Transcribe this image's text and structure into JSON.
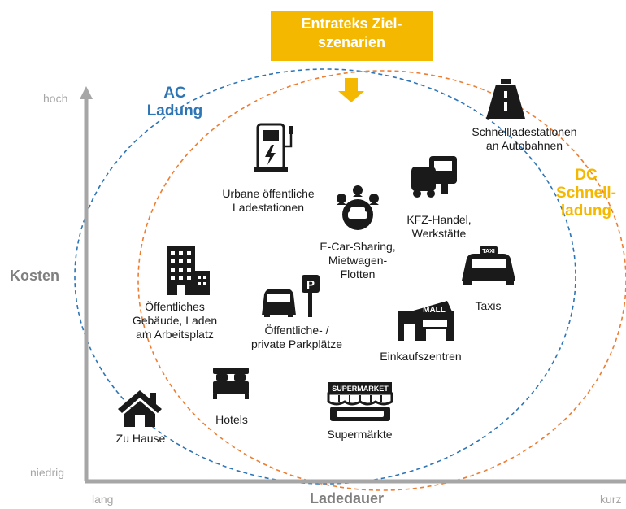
{
  "banner": "Entrateks Ziel-\nszenarien",
  "regions": {
    "ac": "AC\nLadung",
    "dc": "DC\nSchnell-\nladung"
  },
  "axes": {
    "y_title": "Kosten",
    "y_high": "hoch",
    "y_low": "niedrig",
    "x_title": "Ladedauer",
    "x_left": "lang",
    "x_right": "kurz"
  },
  "items": {
    "autobahn": "Schnellladestationen\nan Autobahnen",
    "urban": "Urbane öffentliche\nLadestationen",
    "kfz": "KFZ-Handel,\nWerkstätte",
    "carsharing": "E-Car-Sharing,\nMietwagen-\nFlotten",
    "taxis": "Taxis",
    "gebaeude": "Öffentliches\nGebäude, Laden\nam Arbeitsplatz",
    "parkplaetze": "Öffentliche- /\nprivate Parkplätze",
    "einkauf": "Einkaufszentren",
    "hotels": "Hotels",
    "zuhause": "Zu Hause",
    "supermaerkte": "Supermärkte"
  },
  "icon_labels": {
    "taxi_sign": "TAXI",
    "mall_sign": "MALL",
    "supermarket_sign": "SUPERMARKET",
    "parking_sign": "P"
  },
  "colors": {
    "ac_blue": "#2e75b6",
    "dc_orange": "#ed7d31",
    "banner_yellow": "#f5b800",
    "axis_gray": "#a6a6a6",
    "icon_black": "#1a1a1a"
  }
}
